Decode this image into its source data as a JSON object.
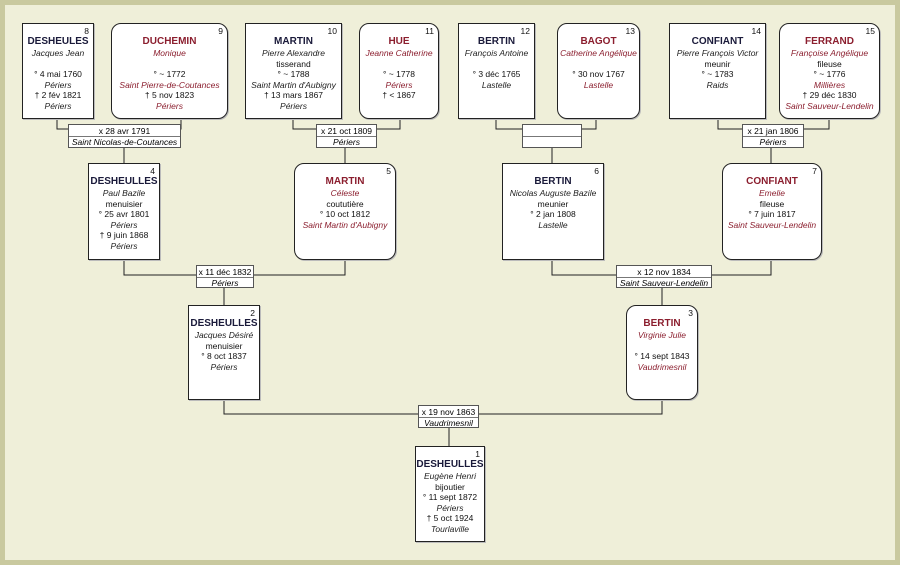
{
  "persons": [
    {
      "id": "p1",
      "num": "1",
      "sex": "m",
      "surname": "DESHEULLES",
      "given": "Eugène Henri",
      "lines": [
        "bijoutier",
        "° 11 sept 1872"
      ],
      "places": [
        "Périers"
      ],
      "lines2": [
        "† 5 oct 1924"
      ],
      "places2": [
        "Tourlaville"
      ]
    },
    {
      "id": "p2",
      "num": "2",
      "sex": "m",
      "surname": "DESHEULLES",
      "given": "Jacques Désiré",
      "lines": [
        "menuisier",
        "° 8 oct 1837"
      ],
      "places": [
        "Périers"
      ],
      "lines2": [],
      "places2": []
    },
    {
      "id": "p3",
      "num": "3",
      "sex": "f",
      "surname": "BERTIN",
      "given": "Virginie Julie",
      "lines": [
        "",
        "° 14 sept 1843"
      ],
      "places": [
        "Vaudrimesnil"
      ],
      "lines2": [],
      "places2": []
    },
    {
      "id": "p4",
      "num": "4",
      "sex": "m",
      "surname": "DESHEULLES",
      "given": "Paul Bazile",
      "lines": [
        "menuisier",
        "° 25 avr 1801"
      ],
      "places": [
        "Périers"
      ],
      "lines2": [
        "† 9 juin 1868"
      ],
      "places2": [
        "Périers"
      ]
    },
    {
      "id": "p5",
      "num": "5",
      "sex": "f",
      "surname": "MARTIN",
      "given": "Céleste",
      "lines": [
        "coututière",
        "° 10 oct 1812"
      ],
      "places": [
        "Saint Martin d'Aubigny"
      ],
      "lines2": [],
      "places2": []
    },
    {
      "id": "p6",
      "num": "6",
      "sex": "m",
      "surname": "BERTIN",
      "given": "Nicolas Auguste Bazile",
      "lines": [
        "meunier",
        "° 2 jan 1808"
      ],
      "places": [
        "Lastelle"
      ],
      "lines2": [],
      "places2": []
    },
    {
      "id": "p7",
      "num": "7",
      "sex": "f",
      "surname": "CONFIANT",
      "given": "Emelie",
      "lines": [
        "fileuse",
        "° 7 juin 1817"
      ],
      "places": [
        "Saint Sauveur-Lendelin"
      ],
      "lines2": [],
      "places2": []
    },
    {
      "id": "p8",
      "num": "8",
      "sex": "m",
      "surname": "DESHEULES",
      "given": "Jacques Jean",
      "lines": [
        "",
        "° 4 mai 1760"
      ],
      "places": [
        "Périers"
      ],
      "lines2": [
        "† 2 fév 1821"
      ],
      "places2": [
        "Périers"
      ]
    },
    {
      "id": "p9",
      "num": "9",
      "sex": "f",
      "surname": "DUCHEMIN",
      "given": "Monique",
      "lines": [
        "",
        "° ~ 1772"
      ],
      "places": [
        "Saint Pierre-de-Coutances"
      ],
      "lines2": [
        "† 5 nov 1823"
      ],
      "places2": [
        "Périers"
      ]
    },
    {
      "id": "p10",
      "num": "10",
      "sex": "m",
      "surname": "MARTIN",
      "given": "Pierre Alexandre",
      "lines": [
        "tisserand",
        "° ~ 1788"
      ],
      "places": [
        "Saint Martin d'Aubigny"
      ],
      "lines2": [
        "† 13 mars 1867"
      ],
      "places2": [
        "Périers"
      ]
    },
    {
      "id": "p11",
      "num": "11",
      "sex": "f",
      "surname": "HUE",
      "given": "Jeanne Catherine",
      "lines": [
        "",
        "° ~ 1778"
      ],
      "places": [
        "Périers"
      ],
      "lines2": [
        "† < 1867"
      ],
      "places2": []
    },
    {
      "id": "p12",
      "num": "12",
      "sex": "m",
      "surname": "BERTIN",
      "given": "François Antoine",
      "lines": [
        "",
        "° 3 déc 1765"
      ],
      "places": [
        "Lastelle"
      ],
      "lines2": [],
      "places2": []
    },
    {
      "id": "p13",
      "num": "13",
      "sex": "f",
      "surname": "BAGOT",
      "given": "Catherine Angélique",
      "lines": [
        "",
        "° 30 nov 1767"
      ],
      "places": [
        "Lastelle"
      ],
      "lines2": [],
      "places2": []
    },
    {
      "id": "p14",
      "num": "14",
      "sex": "m",
      "surname": "CONFIANT",
      "given": "Pierre François Victor",
      "lines": [
        "meunir",
        "° ~ 1783"
      ],
      "places": [
        "Raids"
      ],
      "lines2": [],
      "places2": []
    },
    {
      "id": "p15",
      "num": "15",
      "sex": "f",
      "surname": "FERRAND",
      "given": "Françoise Angélique",
      "lines": [
        "fileuse",
        "° ~ 1776"
      ],
      "places": [
        "Millières"
      ],
      "lines2": [
        "† 29 déc 1830"
      ],
      "places2": [
        "Saint Sauveur-Lendelin"
      ]
    }
  ],
  "marriages": [
    {
      "id": "m1",
      "date": "x 19 nov 1863",
      "place": "Vaudrimesnil"
    },
    {
      "id": "m2",
      "date": "x 11 déc 1832",
      "place": "Périers"
    },
    {
      "id": "m3",
      "date": "x 12 nov 1834",
      "place": "Saint Sauveur-Lendelin"
    },
    {
      "id": "m4",
      "date": "x 28 avr 1791",
      "place": "Saint Nicolas-de-Coutances"
    },
    {
      "id": "m5",
      "date": "x 21 oct 1809",
      "place": "Périers"
    },
    {
      "id": "m6",
      "date": "",
      "place": ""
    },
    {
      "id": "m7",
      "date": "x 21 jan 1806",
      "place": "Périers"
    }
  ]
}
